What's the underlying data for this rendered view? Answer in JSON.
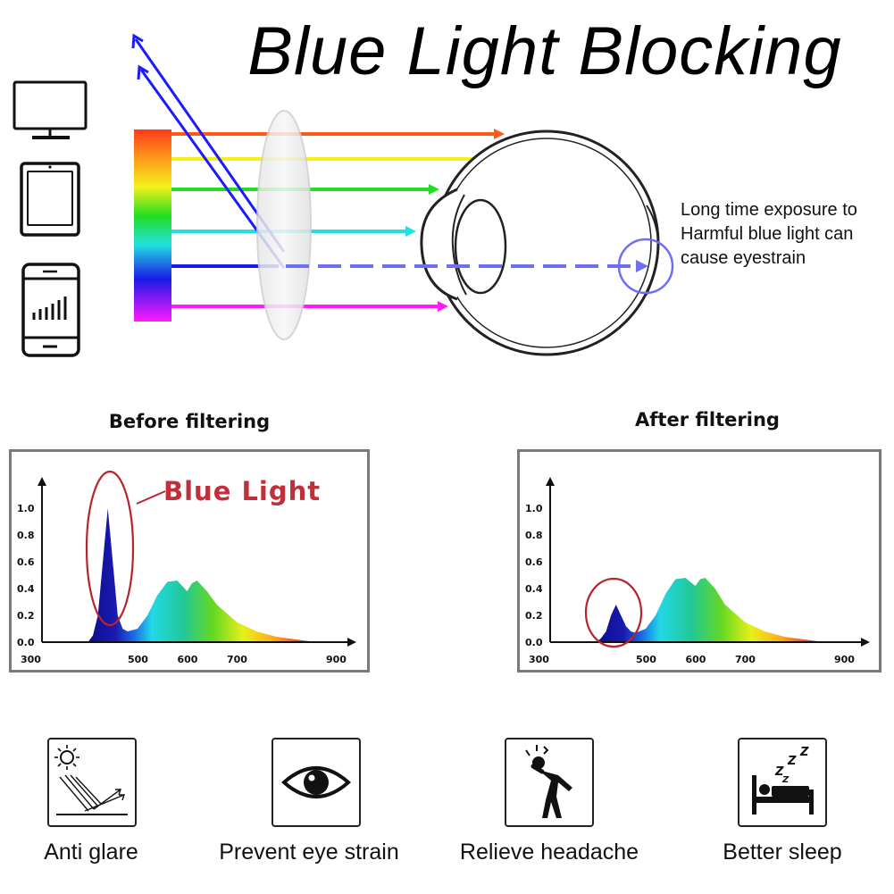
{
  "title": "Blue Light Blocking",
  "warning": {
    "line1": "Long time exposure to",
    "line2": "Harmful blue light can",
    "line3": "cause eyestrain"
  },
  "devices": [
    "monitor-icon",
    "tablet-icon",
    "smartphone-icon"
  ],
  "light_rays": [
    {
      "color": "#ff5a1a"
    },
    {
      "color": "#f2f21a"
    },
    {
      "color": "#22dd22"
    },
    {
      "color": "#22e0e0"
    },
    {
      "color": "#1a1ae6"
    },
    {
      "color": "#ff1aff"
    }
  ],
  "chart_data": [
    {
      "type": "area",
      "title": "Before filtering",
      "annotation": "Blue Light",
      "x_ticks": [
        "300",
        "500",
        "600",
        "700",
        "900"
      ],
      "y_ticks": [
        "0.0",
        "0.2",
        "0.4",
        "0.6",
        "0.8",
        "1.0"
      ],
      "ylim": [
        0,
        1.0
      ],
      "curve": {
        "x": [
          400,
          410,
          420,
          430,
          440,
          450,
          460,
          470,
          480,
          500,
          520,
          540,
          560,
          580,
          600,
          610,
          620,
          640,
          660,
          700,
          740,
          780,
          820,
          860
        ],
        "y": [
          0.0,
          0.05,
          0.2,
          0.6,
          1.0,
          0.6,
          0.2,
          0.1,
          0.08,
          0.1,
          0.2,
          0.35,
          0.45,
          0.46,
          0.38,
          0.44,
          0.46,
          0.38,
          0.28,
          0.15,
          0.08,
          0.04,
          0.02,
          0.0
        ]
      }
    },
    {
      "type": "area",
      "title": "After filtering",
      "x_ticks": [
        "300",
        "500",
        "600",
        "700",
        "900"
      ],
      "y_ticks": [
        "0.0",
        "0.2",
        "0.4",
        "0.6",
        "0.8",
        "1.0"
      ],
      "ylim": [
        0,
        1.0
      ],
      "curve": {
        "x": [
          400,
          410,
          420,
          430,
          440,
          450,
          460,
          470,
          480,
          500,
          520,
          540,
          560,
          580,
          600,
          610,
          620,
          640,
          660,
          700,
          740,
          780,
          820,
          860
        ],
        "y": [
          0.0,
          0.03,
          0.08,
          0.2,
          0.28,
          0.2,
          0.12,
          0.08,
          0.07,
          0.1,
          0.2,
          0.36,
          0.47,
          0.48,
          0.42,
          0.47,
          0.48,
          0.4,
          0.28,
          0.15,
          0.08,
          0.04,
          0.02,
          0.0
        ]
      }
    }
  ],
  "benefits": [
    {
      "icon": "sun-glare-icon",
      "label": "Anti glare"
    },
    {
      "icon": "eye-icon",
      "label": "Prevent eye strain"
    },
    {
      "icon": "headache-person-icon",
      "label": "Relieve headache"
    },
    {
      "icon": "sleeping-bed-icon",
      "label": "Better sleep"
    }
  ]
}
